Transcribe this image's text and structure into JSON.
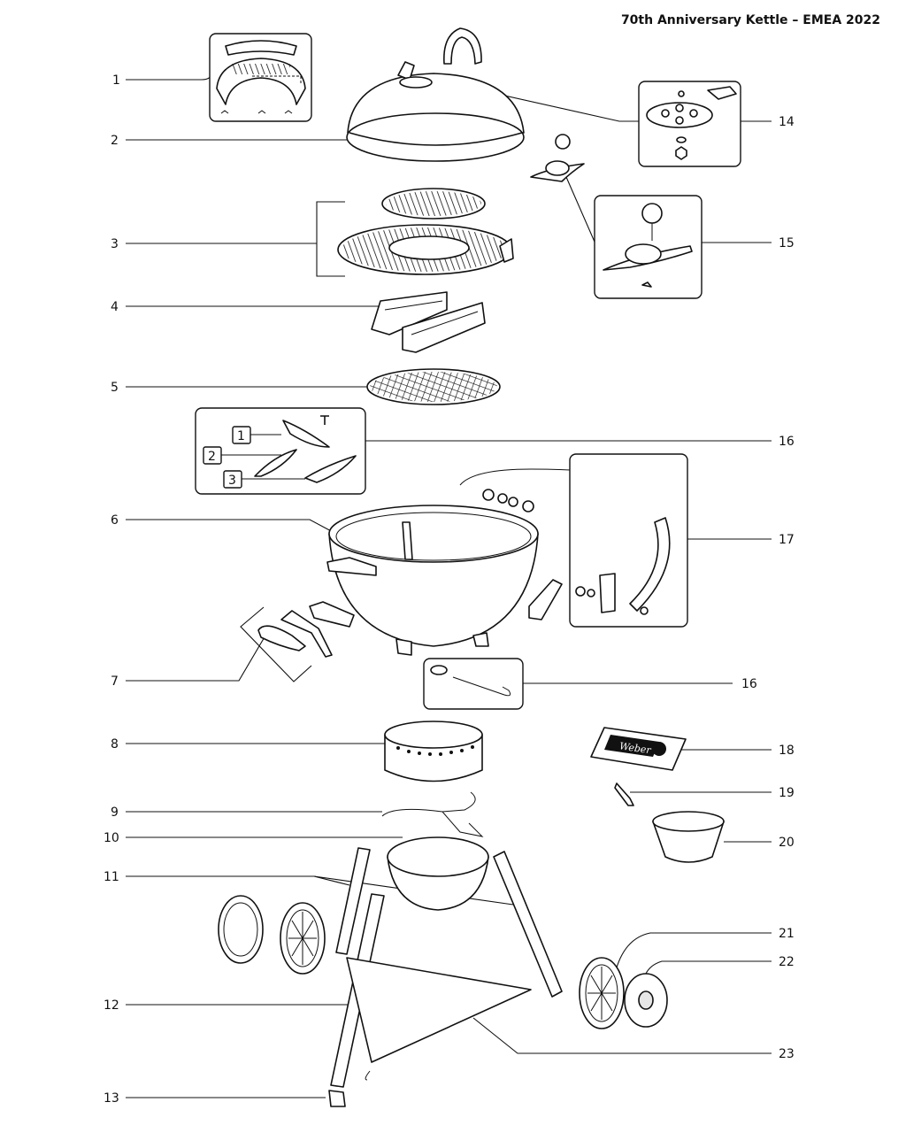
{
  "title": "70th Anniversary Kettle – EMEA 2022",
  "callouts_left": [
    "1",
    "2",
    "3",
    "4",
    "5",
    "6",
    "7",
    "8",
    "9",
    "10",
    "11",
    "12",
    "13"
  ],
  "callouts_right": [
    "14",
    "15",
    "16",
    "17",
    "16",
    "18",
    "19",
    "20",
    "21",
    "22",
    "23"
  ],
  "inset_16_labels": [
    "1",
    "2",
    "3"
  ],
  "logo_text": "Weber"
}
